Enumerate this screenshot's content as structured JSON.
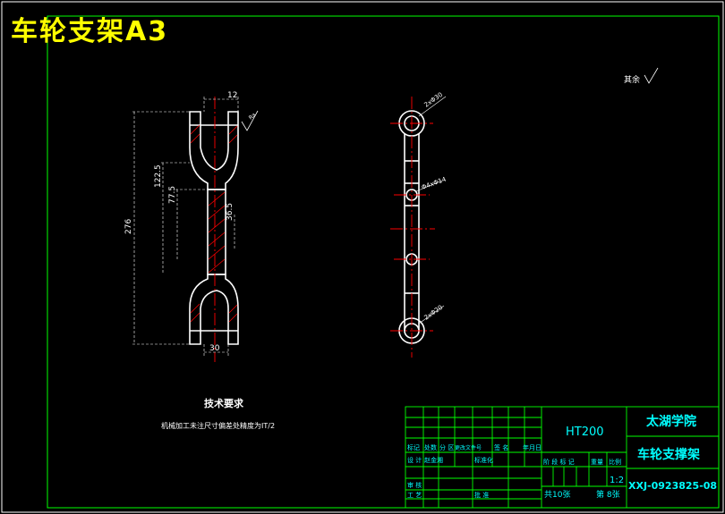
{
  "title": "车轮支架A3",
  "dimensions": {
    "width_top": "12",
    "overall": "276",
    "upper": "122.5",
    "middle": "77.5",
    "neck": "36.5",
    "bottom_width": "30",
    "dia_top": "2xΦ30",
    "dia_mid": "Φ4xΦ14",
    "dia_bottom": "2xΦ20",
    "surface": "Ra"
  },
  "roughness_note": "其余",
  "tech": {
    "heading": "技术要求",
    "line": "机械加工未注尺寸偏差处精度为IT/2"
  },
  "titleblock": {
    "material": "HT200",
    "school": "太湖学院",
    "part_name": "车轮支撑架",
    "drawing_no": "XXJ-0923825-08",
    "scale": "1:2",
    "sheets_total": "共10张",
    "sheet_no": "第 8张",
    "headers_row1": [
      "标记",
      "处数",
      "分 区",
      "更改文件号",
      "签 名",
      "年月日"
    ],
    "headers_row2": [
      "设 计",
      "赵金湘",
      "",
      "标准化",
      "",
      ""
    ],
    "stage_labels": [
      "阶 段 标 记",
      "重量",
      "比例"
    ],
    "review": "审 核",
    "process": "工 艺",
    "approve": "批 准"
  },
  "colors": {
    "frame": "#00ff00",
    "outline": "#ffffff",
    "center": "#ff0000",
    "dim": "#ffffff",
    "hatch": "#ff0000",
    "title": "#ffff00",
    "tb_text": "#00ffff"
  }
}
